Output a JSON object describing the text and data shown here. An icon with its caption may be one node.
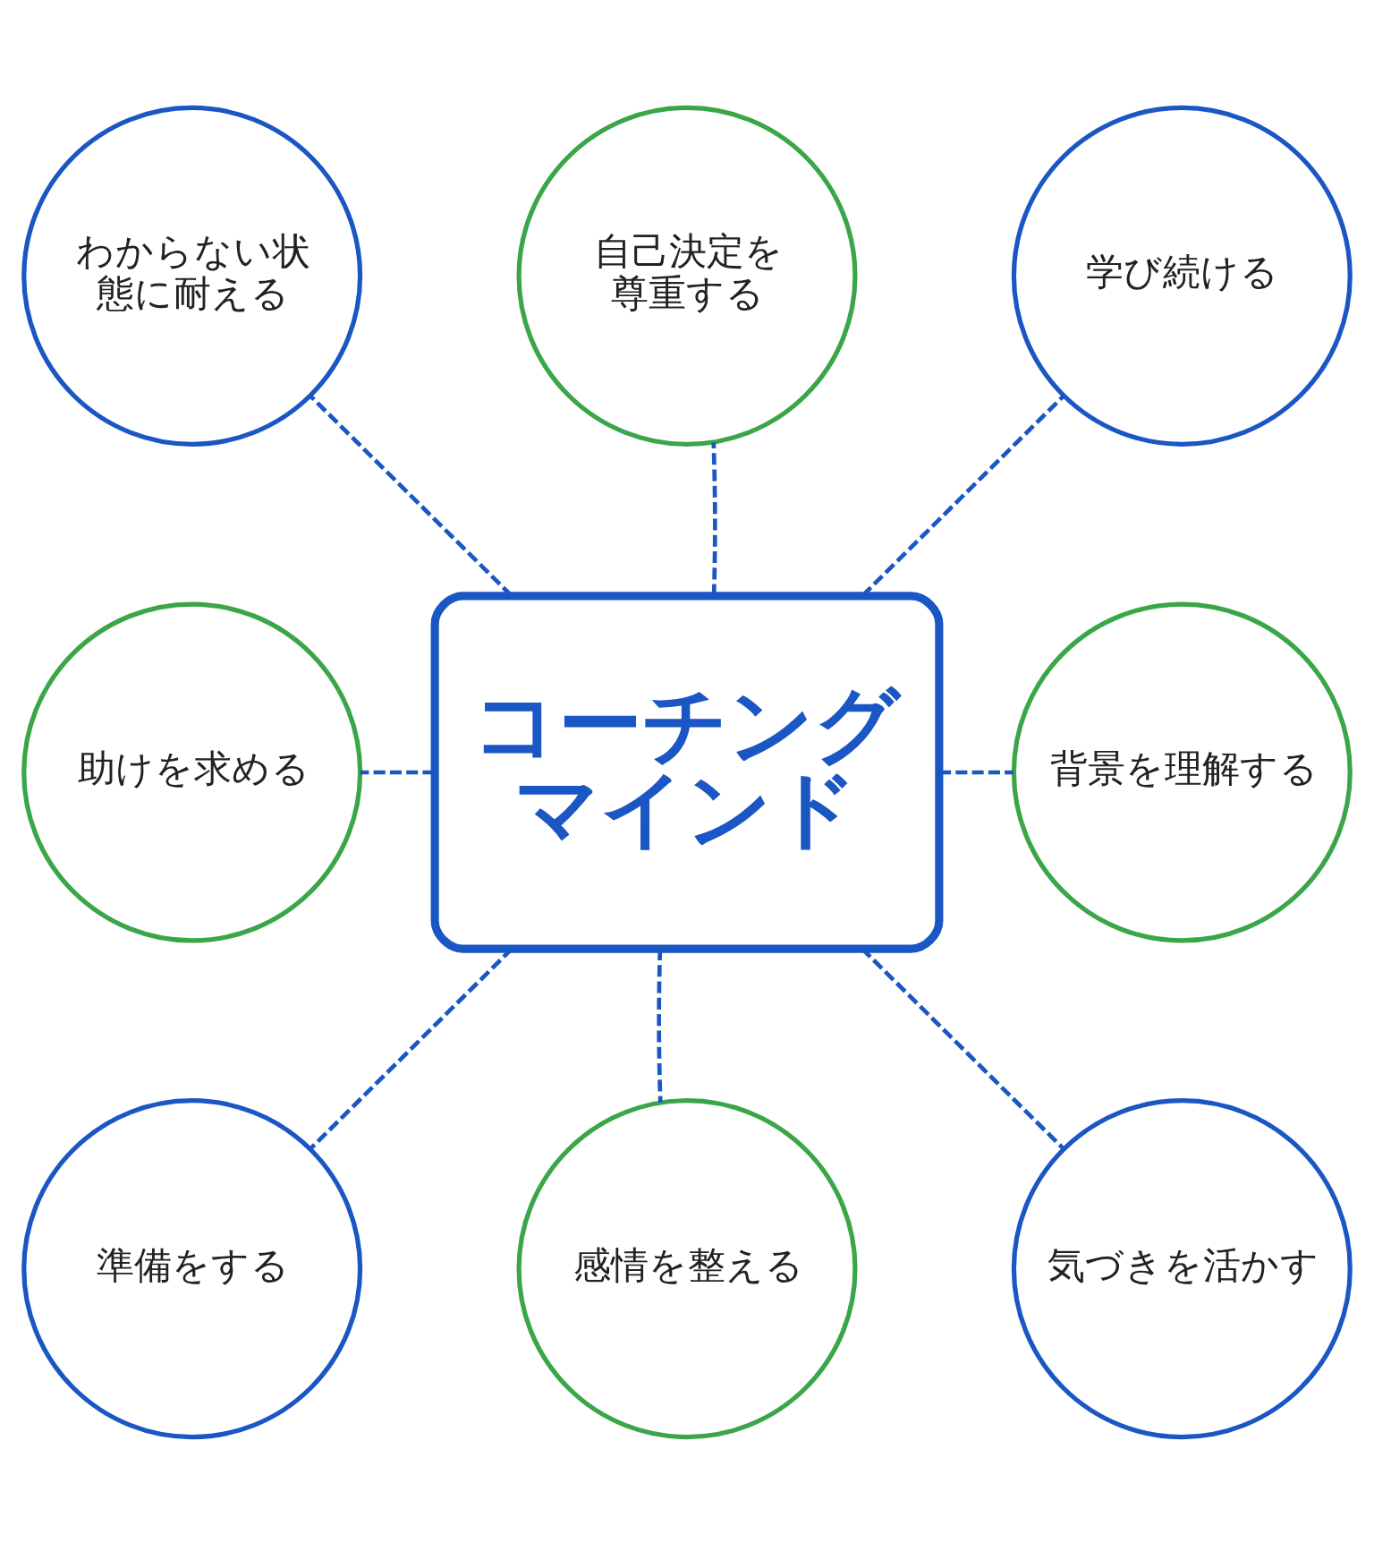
{
  "diagram": {
    "nodes": [
      {
        "text": [
          "コーチングマインド"
        ]
      },
      {
        "text": [
          "自己決定を尊重する"
        ]
      },
      {
        "text": [
          "学び続ける"
        ]
      },
      {
        "text": [
          "背景を理解する"
        ]
      },
      {
        "text": [
          "気づきを活かす"
        ]
      },
      {
        "text": [
          "感情を整える"
        ]
      },
      {
        "text": [
          "準備をする"
        ]
      },
      {
        "text": [
          "助けを求める"
        ]
      },
      {
        "text": [
          "わからない状態に耐える"
        ]
      }
    ],
    "edges": [
      {
        "from": 0,
        "to": 1,
        "arrow": "none",
        "style": "dashed"
      },
      {
        "from": 0,
        "to": 2,
        "arrow": "none",
        "style": "dashed"
      },
      {
        "from": 0,
        "to": 3,
        "arrow": "none",
        "style": "dashed"
      },
      {
        "from": 0,
        "to": 4,
        "arrow": "none",
        "style": "dashed"
      },
      {
        "from": 0,
        "to": 5,
        "arrow": "none",
        "style": "dashed"
      },
      {
        "from": 0,
        "to": 6,
        "arrow": "none",
        "style": "dashed"
      },
      {
        "from": 0,
        "to": 7,
        "arrow": "none",
        "style": "dashed"
      },
      {
        "from": 0,
        "to": 8,
        "arrow": "none",
        "style": "dashed"
      }
    ]
  }
}
